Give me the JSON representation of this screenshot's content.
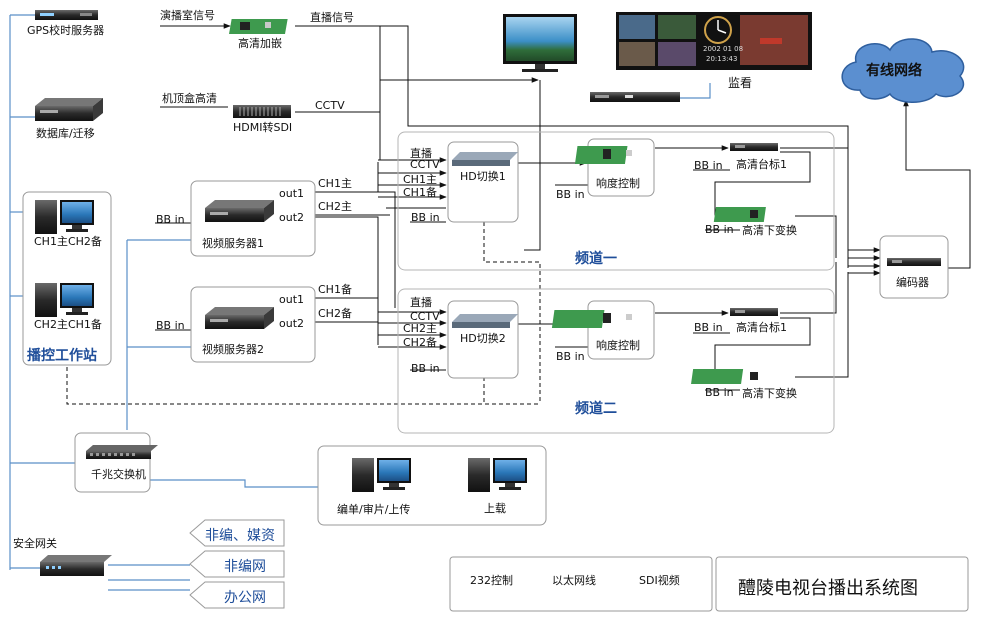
{
  "title": "醴陵电视台播出系统图",
  "top": {
    "gps": "GPS校时服务器",
    "database": "数据库/迁移",
    "studio_signal": "演播室信号",
    "hd_embed": "高清加嵌",
    "live_signal": "直播信号",
    "stb_hd": "机顶盒高清",
    "hdmi_sdi": "HDMI转SDI",
    "cctv": "CCTV",
    "monitor": "监看",
    "cable_network": "有线网络",
    "monitor_date": "2002 01 08",
    "monitor_time": "20:13:43"
  },
  "workstation": {
    "ch1": "CH1主CH2备",
    "ch2": "CH2主CH1备",
    "title": "播控工作站"
  },
  "servers": {
    "s1": "视频服务器1",
    "s2": "视频服务器2",
    "out1": "out1",
    "out2": "out2",
    "bb_in": "BB in",
    "ch1_main": "CH1主",
    "ch2_main": "CH2主",
    "ch1_backup": "CH1备",
    "ch2_backup": "CH2备"
  },
  "channel1": {
    "name": "频道一",
    "switch": "HD切换1",
    "in_live": "直播",
    "in_cctv": "CCTV",
    "in_main": "CH1主",
    "in_backup": "CH1备",
    "bb_in": "BB in",
    "loudness": "响度控制",
    "logo": "高清台标1",
    "down": "高清下变换"
  },
  "channel2": {
    "name": "频道二",
    "switch": "HD切换2",
    "in_live": "直播",
    "in_cctv": "CCTV",
    "in_main": "CH2主",
    "in_backup": "CH2备",
    "bb_in": "BB in",
    "loudness": "响度控制",
    "logo": "高清台标1",
    "down": "高清下变换"
  },
  "encoder": "编码器",
  "network": {
    "switch": "千兆交换机",
    "edit": "编单/审片/上传",
    "upload": "上载",
    "gateway": "安全网关",
    "nonlinear_media": "非编、媒资",
    "nonlinear_net": "非编网",
    "office_net": "办公网"
  },
  "legend": {
    "rs232": "232控制",
    "ethernet": "以太网线",
    "sdi": "SDI视频"
  },
  "colors": {
    "ethernet": "#5b8fc8",
    "accent": "#1f4e9a",
    "cloud": "#5b8fd0",
    "device_green": "#3e9a4e"
  }
}
